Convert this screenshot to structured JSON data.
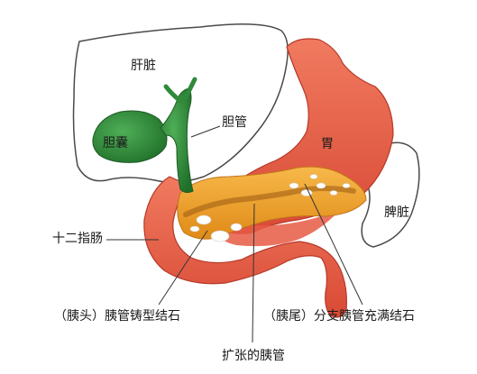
{
  "labels": {
    "liver": "肝脏",
    "bile_duct": "胆管",
    "gallbladder": "胆囊",
    "stomach": "胃",
    "spleen": "脾脏",
    "duodenum": "十二指肠",
    "head_stone": "（胰头）胰管铸型结石",
    "tail_stone": "（胰尾）分支胰管充满结石",
    "dilated_duct": "扩张的胰管"
  },
  "colors": {
    "stomach": "#e8634f",
    "stomach_dark": "#c7432f",
    "gallbladder": "#2f8a3a",
    "pancreas": "#f0a329",
    "outline": "#3a3a3a",
    "stone": "#ffffff"
  }
}
